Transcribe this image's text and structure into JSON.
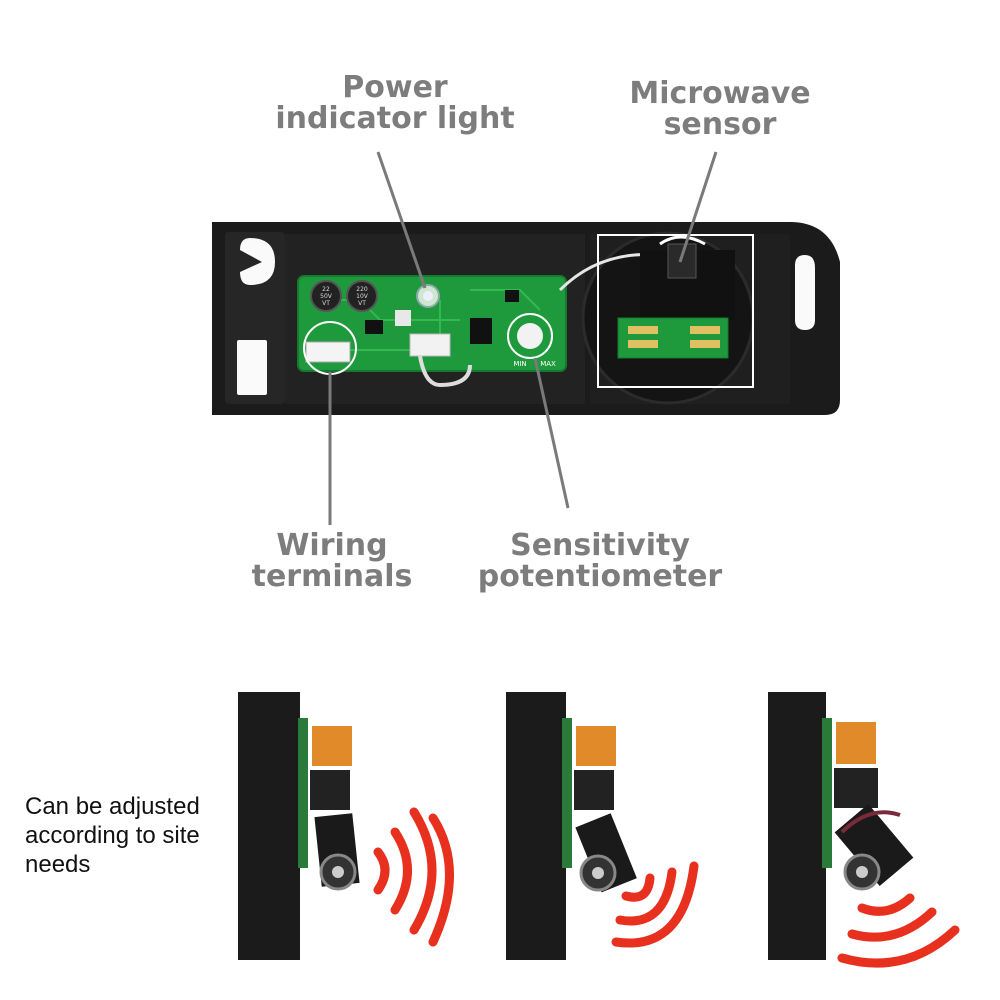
{
  "labels": {
    "power": [
      "Power",
      "indicator light"
    ],
    "microwave": [
      "Microwave",
      "sensor"
    ],
    "wiring": [
      "Wiring",
      "terminals"
    ],
    "sensitivity": [
      "Sensitivity",
      "potentiometer"
    ]
  },
  "board_text": {
    "cap1": [
      "22",
      "50V",
      "VT"
    ],
    "cap2": [
      "220",
      "10V",
      "VT"
    ],
    "min": "MIN",
    "max": "MAX"
  },
  "caption": "Can be adjusted according to site needs",
  "colors": {
    "label_gray": "#7d7d7d",
    "pcb_green": "#1e9a3c",
    "housing_black": "#1b1b1b",
    "wave_red": "#e8301e",
    "bracket_orange": "#e08a2a"
  }
}
